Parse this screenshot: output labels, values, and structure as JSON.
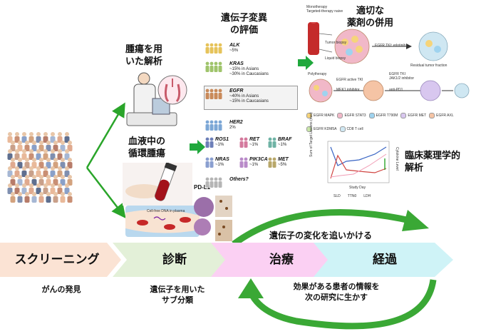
{
  "steps": [
    {
      "label": "スクリーニング",
      "color": "#fbe3d4"
    },
    {
      "label": "診断",
      "color": "#e3f0d8"
    },
    {
      "label": "治療",
      "color": "#fbd0f3"
    },
    {
      "label": "経過",
      "color": "#cff3f7"
    }
  ],
  "below_steps": {
    "screening": "がんの発見",
    "diagnosis_line1": "遺伝子を用いた",
    "diagnosis_line2": "サブ分類",
    "feedback_line1": "効果がある患者の情報を",
    "feedback_line2": "次の研究に生かす"
  },
  "upper_arc_label": "遺伝子の変化を追いかける",
  "tumor_analysis": {
    "line1": "腫瘍を用",
    "line2": "いた解析"
  },
  "blood_analysis": {
    "line1": "血液中の",
    "line2": "循環腫瘍"
  },
  "gene_eval": {
    "line1": "遺伝子変異",
    "line2": "の評価"
  },
  "drug_combo": {
    "line1": "適切な",
    "line2": "薬剤の併用"
  },
  "clinical_pharm": {
    "line1": "臨床薬理学的",
    "line2": "解析"
  },
  "pdl1_label": "PD-L1",
  "cfdna_label": "Cell-free DNA in plasma",
  "genes": [
    {
      "name": "ALK",
      "desc1": "~5%",
      "desc2": "",
      "color": "#e6c35a"
    },
    {
      "name": "KRAS",
      "desc1": "~15% in Asians",
      "desc2": "~30% in Caucasians",
      "color": "#9fc46b"
    },
    {
      "name": "EGFR",
      "desc1": "~40% in Asians",
      "desc2": "~15% in Caucasians",
      "color": "#c98a5a"
    },
    {
      "name": "HER2",
      "desc1": "2%",
      "desc2": "",
      "color": "#7ca7d6"
    },
    {
      "name": "ROS1",
      "desc1": "~1%",
      "desc2": "",
      "color": "#6d7fb8"
    },
    {
      "name": "RET",
      "desc1": "~1%",
      "desc2": "",
      "color": "#d47a9d"
    },
    {
      "name": "BRAF",
      "desc1": "~1%",
      "desc2": "",
      "color": "#6fb3a5"
    },
    {
      "name": "NRAS",
      "desc1": "~1%",
      "desc2": "",
      "color": "#8a9fd0"
    },
    {
      "name": "PIK3CA",
      "desc1": "~1%",
      "desc2": "",
      "color": "#b98bc9"
    },
    {
      "name": "MET",
      "desc1": "~5%",
      "desc2": "",
      "color": "#b8a76a"
    },
    {
      "name": "Others?",
      "desc1": "",
      "desc2": "",
      "color": "#b5b5b5"
    }
  ],
  "therapy_panel": {
    "mono": "Monotherapy",
    "targeted": "Targeted-therapy naive",
    "tumor_biopsy": "Tumor biopsy",
    "liquid_biopsy": "Liquid biopsy",
    "egfr_tki": "EGFR TKI: erlotinib",
    "residual": "Residual tumor fraction",
    "poly": "Polytherapy",
    "egfr_active": "EGFR active TKI",
    "egfr_tki2": "EGFR TKI",
    "jak": "JAK1/2 inhibitor",
    "mek": "MEK1 inhibitor",
    "antipd": "anti-PD1",
    "legend": [
      "EGFR MAPK",
      "EGFR STAT3",
      "EGFR T790M",
      "EGFR MET",
      "EGFR AXL",
      "EGFR KDM5A",
      "CD8 T cell"
    ]
  },
  "pk_chart": {
    "xlabel": "Study Day",
    "ylabel_left": "Sum of Target Lesions (mm)",
    "ylabel_right": "Cytokine Level",
    "legend": [
      "SLD",
      "TTN0",
      "LDH"
    ]
  }
}
